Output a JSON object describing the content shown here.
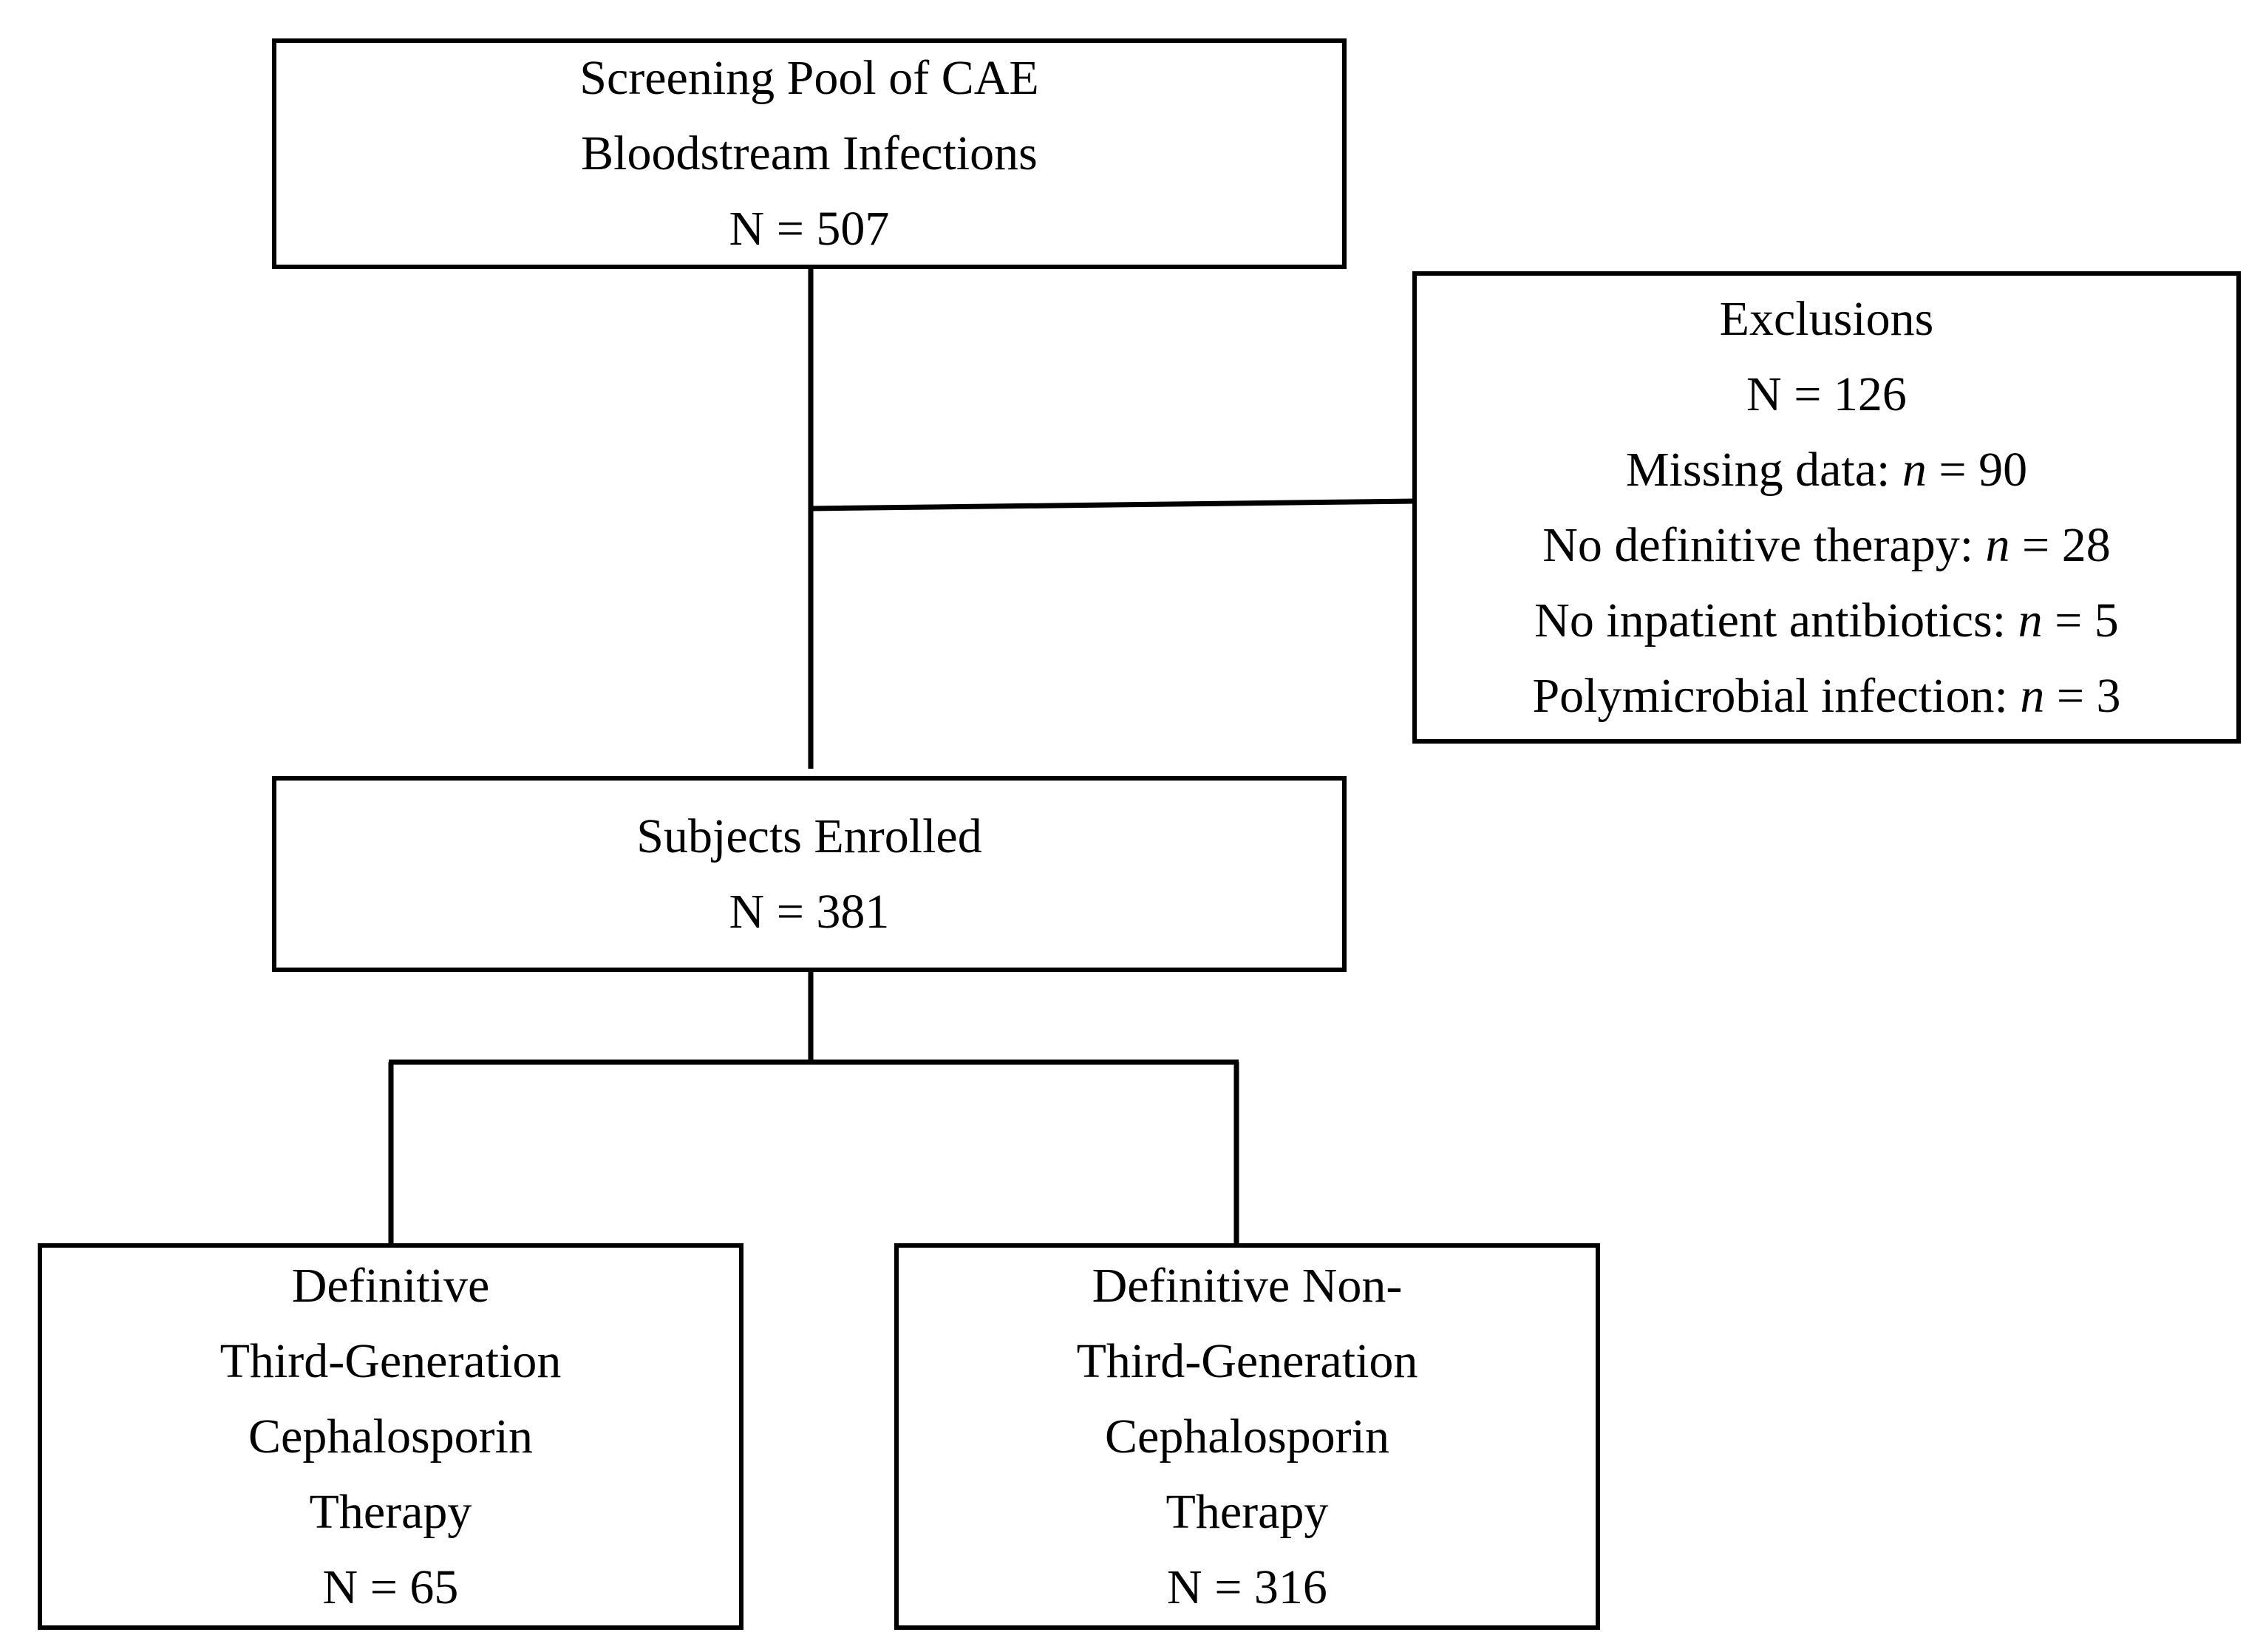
{
  "diagram": {
    "screening": {
      "line1": "Screening Pool of CAE",
      "line2": "Bloodstream Infections",
      "count": "N = 507"
    },
    "exclusions": {
      "title": "Exclusions",
      "count": "N = 126",
      "items": [
        {
          "label": "Missing data: ",
          "n": "n",
          "value": " = 90"
        },
        {
          "label": "No definitive therapy: ",
          "n": "n",
          "value": " = 28"
        },
        {
          "label": "No inpatient antibiotics: ",
          "n": "n",
          "value": " = 5"
        },
        {
          "label": "Polymicrobial infection: ",
          "n": "n",
          "value": " = 3"
        }
      ]
    },
    "enrolled": {
      "title": "Subjects Enrolled",
      "count": "N = 381"
    },
    "third_gen": {
      "line1": "Definitive",
      "line2": "Third-Generation",
      "line3": "Cephalosporin",
      "line4": "Therapy",
      "count": "N = 65"
    },
    "non_third_gen": {
      "line1": "Definitive Non-",
      "line2": "Third-Generation",
      "line3": "Cephalosporin",
      "line4": "Therapy",
      "count": "N = 316"
    }
  }
}
